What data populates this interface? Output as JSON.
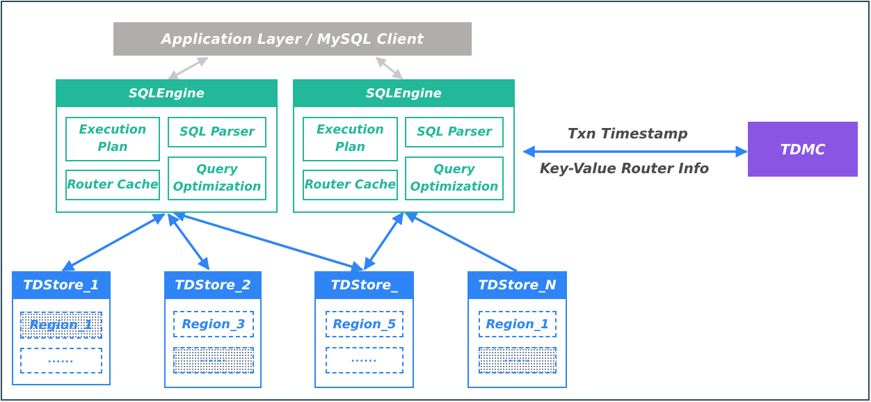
{
  "client": {
    "label": "Application Layer / MySQL Client"
  },
  "engines": [
    {
      "title": "SQLEngine",
      "execution_plan": "Execution Plan",
      "sql_parser": "SQL Parser",
      "router_cache": "Router Cache",
      "query_optimization": "Query Optimization"
    },
    {
      "title": "SQLEngine",
      "execution_plan": "Execution Plan",
      "sql_parser": "SQL Parser",
      "router_cache": "Router Cache",
      "query_optimization": "Query Optimization"
    }
  ],
  "tdmc": {
    "label": "TDMC"
  },
  "tdmc_link": {
    "top_label": "Txn Timestamp",
    "bottom_label": "Key-Value Router Info"
  },
  "stores": [
    {
      "title": "TDStore_1",
      "region_top": "Region_1",
      "region_bottom": "......"
    },
    {
      "title": "TDStore_2",
      "region_top": "Region_3",
      "region_bottom": "......"
    },
    {
      "title": "TDStore_",
      "region_top": "Region_5",
      "region_bottom": "......"
    },
    {
      "title": "TDStore_N",
      "region_top": "Region_1",
      "region_bottom": "......"
    }
  ],
  "colors": {
    "client": "#b0adab",
    "engine": "#22b89a",
    "store": "#2f85f5",
    "tdmc": "#8b55e3",
    "client_arrow": "#c8c8c8",
    "link_arrow": "#2f85f5"
  }
}
